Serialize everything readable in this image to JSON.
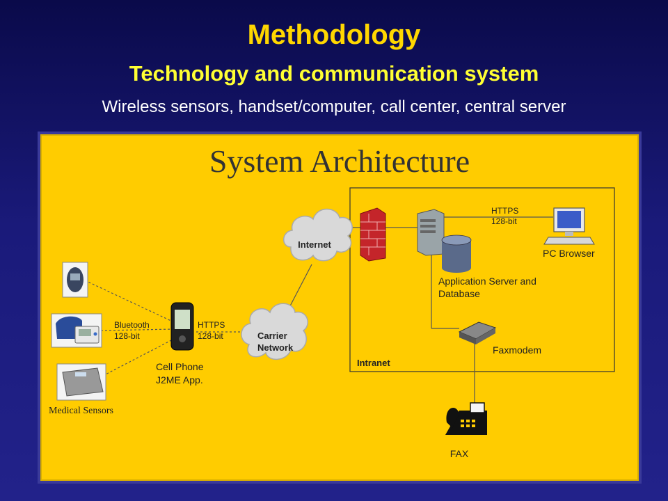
{
  "header": {
    "title": "Methodology",
    "subtitle": "Technology and communication system",
    "subline": "Wireless sensors, handset/computer, call center, central server"
  },
  "diagram": {
    "title": "System Architecture",
    "nodes": {
      "internet": "Internet",
      "carrier_line1": "Carrier",
      "carrier_line2": "Network",
      "pc": "PC Browser",
      "app_line1": "Application Server and",
      "app_line2": "Database",
      "faxmodem": "Faxmodem",
      "fax": "FAX",
      "intranet": "Intranet",
      "phone_line1": "Cell Phone",
      "phone_line2": "J2ME App.",
      "sensors": "Medical Sensors"
    },
    "links": {
      "bluetooth_line1": "Bluetooth",
      "bluetooth_line2": "128-bit",
      "https_phone_line1": "HTTPS",
      "https_phone_line2": "128-bit",
      "https_pc_line1": "HTTPS",
      "https_pc_line2": "128-bit"
    }
  },
  "colors": {
    "background": "#1a1a7a",
    "title": "#ffd700",
    "subtitle": "#ffff33",
    "panel": "#ffcc00"
  }
}
